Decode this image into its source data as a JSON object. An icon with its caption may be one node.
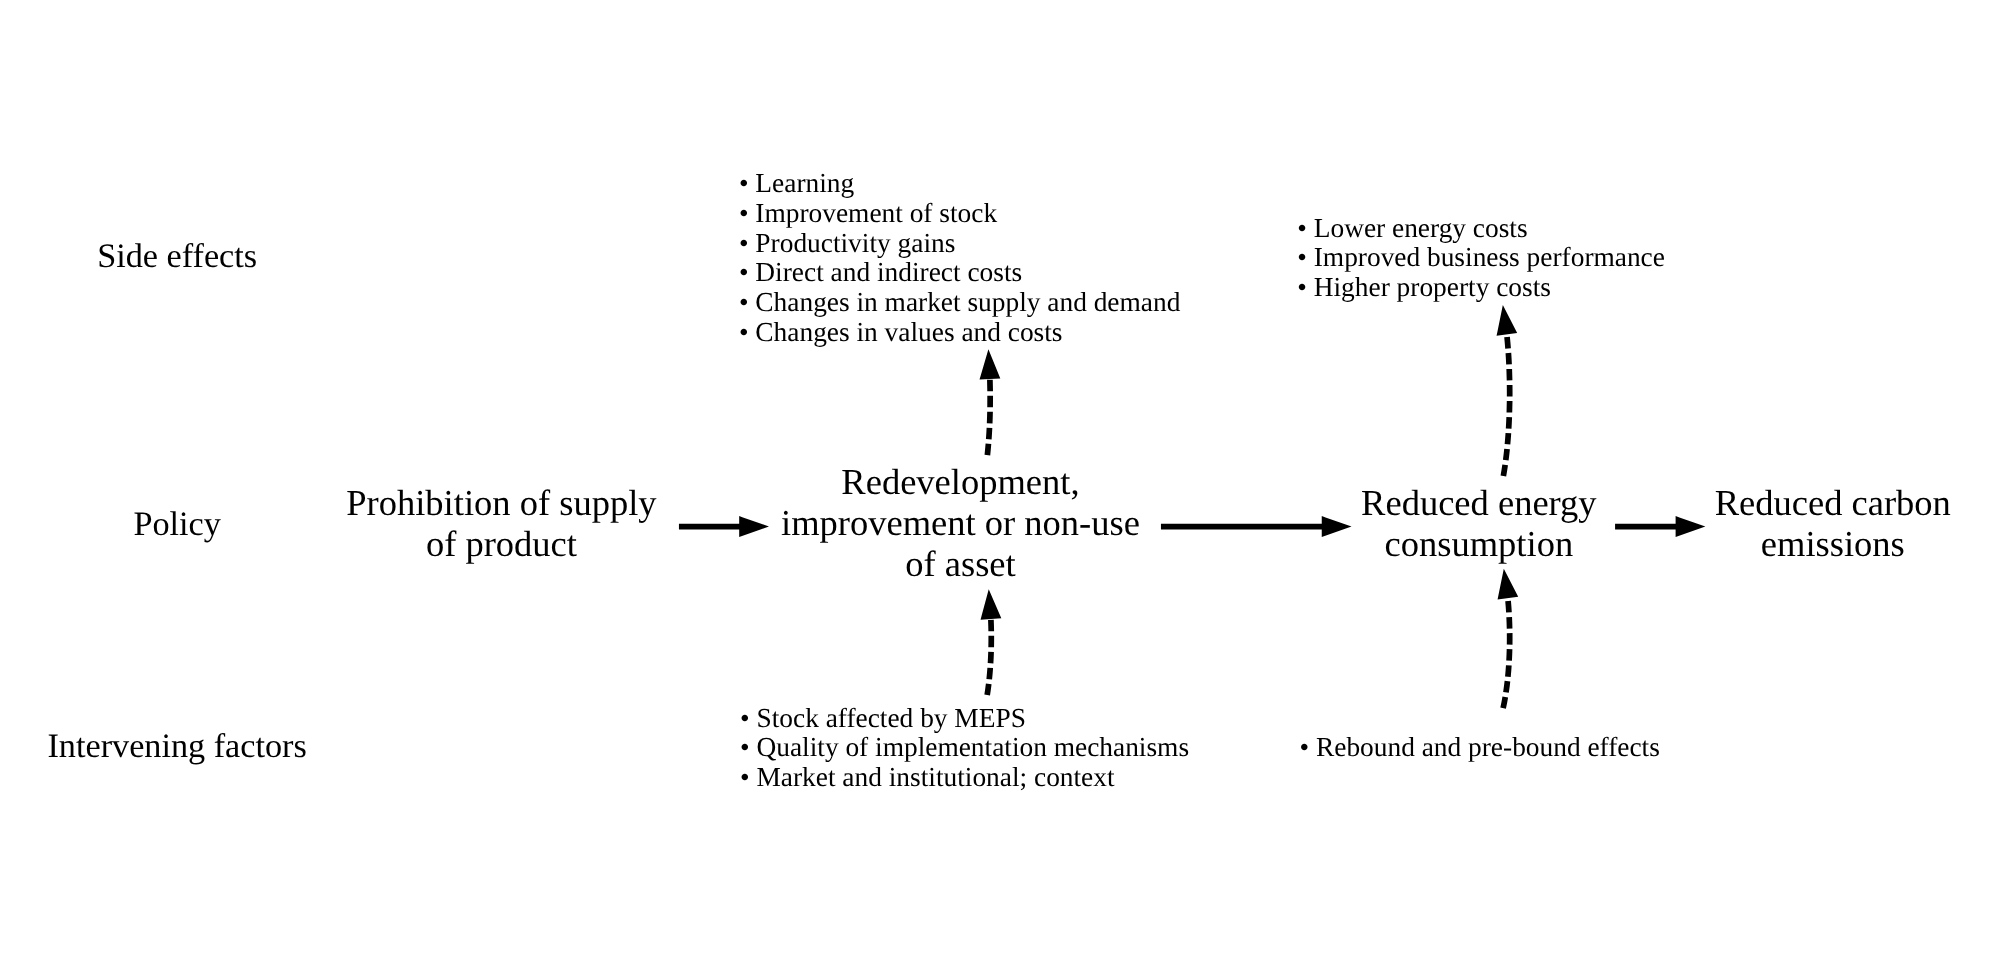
{
  "diagram": {
    "nodes": [
      {
        "text": [
          "Prohibition of supply of product"
        ]
      },
      {
        "text": [
          "Redevelopment, improvement or non-use of asset"
        ]
      },
      {
        "text": [
          "Reduced energy consumption"
        ]
      },
      {
        "text": [
          "Reduced carbon emissions"
        ]
      },
      {
        "text": [
          "• Learning",
          "• Improvement of stock",
          "• Productivity gains",
          "• Direct and indirect costs",
          "• Changes in market supply and demand",
          "• Changes in values and costs"
        ]
      },
      {
        "text": [
          "• Lower energy costs",
          "• Improved business performance",
          "• Higher property costs"
        ]
      },
      {
        "text": [
          "• Stock affected by MEPS",
          "• Quality of implementation mechanisms",
          "• Market and institutional; context"
        ]
      },
      {
        "text": [
          "• Rebound and pre-bound effects"
        ]
      }
    ],
    "edges": [
      {
        "from": 0,
        "to": 1,
        "arrow": "to"
      },
      {
        "from": 1,
        "to": 2,
        "arrow": "to"
      },
      {
        "from": 2,
        "to": 3,
        "arrow": "to"
      },
      {
        "from": 1,
        "to": 4,
        "arrow": "to",
        "style": "dashed"
      },
      {
        "from": 2,
        "to": 5,
        "arrow": "to",
        "style": "dashed"
      },
      {
        "from": 6,
        "to": 1,
        "arrow": "to",
        "style": "dashed"
      },
      {
        "from": 7,
        "to": 2,
        "arrow": "to",
        "style": "dashed"
      }
    ],
    "labels": [
      "Side effects",
      "Policy",
      "Intervening factors"
    ]
  }
}
